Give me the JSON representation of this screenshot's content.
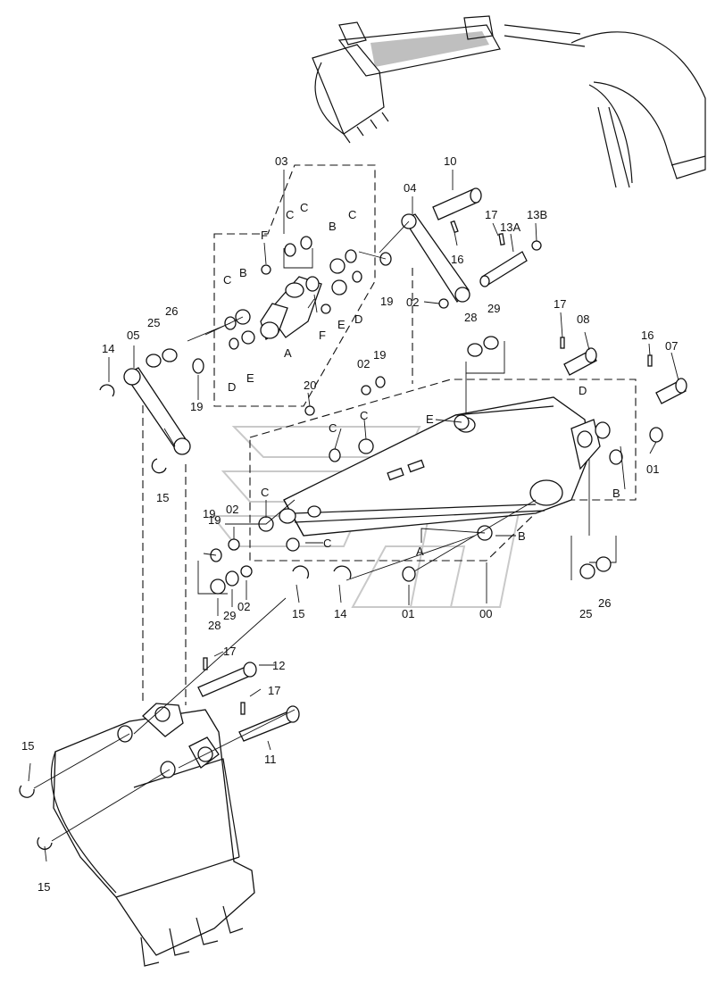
{
  "labels": [
    {
      "id": "lbl-03",
      "text": "03"
    },
    {
      "id": "lbl-10",
      "text": "10"
    },
    {
      "id": "lbl-04",
      "text": "04"
    },
    {
      "id": "lbl-17a",
      "text": "17"
    },
    {
      "id": "lbl-13a",
      "text": "13A"
    },
    {
      "id": "lbl-13b",
      "text": "13B"
    },
    {
      "id": "lbl-c1",
      "text": "C"
    },
    {
      "id": "lbl-c2",
      "text": "C"
    },
    {
      "id": "lbl-b1",
      "text": "B"
    },
    {
      "id": "lbl-c3",
      "text": "C"
    },
    {
      "id": "lbl-f1",
      "text": "F"
    },
    {
      "id": "lbl-16a",
      "text": "16"
    },
    {
      "id": "lbl-c4",
      "text": "C"
    },
    {
      "id": "lbl-b2",
      "text": "B"
    },
    {
      "id": "lbl-26a",
      "text": "26"
    },
    {
      "id": "lbl-25a",
      "text": "25"
    },
    {
      "id": "lbl-05",
      "text": "05"
    },
    {
      "id": "lbl-14a",
      "text": "14"
    },
    {
      "id": "lbl-19a",
      "text": "19"
    },
    {
      "id": "lbl-02a",
      "text": "02"
    },
    {
      "id": "lbl-d1",
      "text": "D"
    },
    {
      "id": "lbl-f2",
      "text": "F"
    },
    {
      "id": "lbl-e1",
      "text": "E"
    },
    {
      "id": "lbl-a1",
      "text": "A"
    },
    {
      "id": "lbl-e2",
      "text": "E"
    },
    {
      "id": "lbl-d2",
      "text": "D"
    },
    {
      "id": "lbl-19b",
      "text": "19"
    },
    {
      "id": "lbl-28a",
      "text": "28"
    },
    {
      "id": "lbl-29a",
      "text": "29"
    },
    {
      "id": "lbl-17b",
      "text": "17"
    },
    {
      "id": "lbl-08",
      "text": "08"
    },
    {
      "id": "lbl-16b",
      "text": "16"
    },
    {
      "id": "lbl-07",
      "text": "07"
    },
    {
      "id": "lbl-02b",
      "text": "02"
    },
    {
      "id": "lbl-19c",
      "text": "19"
    },
    {
      "id": "lbl-20",
      "text": "20"
    },
    {
      "id": "lbl-d3",
      "text": "D"
    },
    {
      "id": "lbl-19d",
      "text": "19"
    },
    {
      "id": "lbl-c5",
      "text": "C"
    },
    {
      "id": "lbl-c6",
      "text": "C"
    },
    {
      "id": "lbl-e3",
      "text": "E"
    },
    {
      "id": "lbl-15a",
      "text": "15"
    },
    {
      "id": "lbl-01a",
      "text": "01"
    },
    {
      "id": "lbl-b3",
      "text": "B"
    },
    {
      "id": "lbl-c7",
      "text": "C"
    },
    {
      "id": "lbl-02c",
      "text": "02"
    },
    {
      "id": "lbl-19e",
      "text": "19"
    },
    {
      "id": "lbl-c8",
      "text": "C"
    },
    {
      "id": "lbl-a2",
      "text": "A"
    },
    {
      "id": "lbl-b4",
      "text": "B"
    },
    {
      "id": "lbl-28b",
      "text": "28"
    },
    {
      "id": "lbl-29b",
      "text": "29"
    },
    {
      "id": "lbl-02d",
      "text": "02"
    },
    {
      "id": "lbl-15b",
      "text": "15"
    },
    {
      "id": "lbl-14b",
      "text": "14"
    },
    {
      "id": "lbl-01b",
      "text": "01"
    },
    {
      "id": "lbl-00",
      "text": "00"
    },
    {
      "id": "lbl-25b",
      "text": "25"
    },
    {
      "id": "lbl-26b",
      "text": "26"
    },
    {
      "id": "lbl-17c",
      "text": "17"
    },
    {
      "id": "lbl-12",
      "text": "12"
    },
    {
      "id": "lbl-17d",
      "text": "17"
    },
    {
      "id": "lbl-11",
      "text": "11"
    },
    {
      "id": "lbl-15c",
      "text": "15"
    },
    {
      "id": "lbl-15d",
      "text": "15"
    }
  ]
}
